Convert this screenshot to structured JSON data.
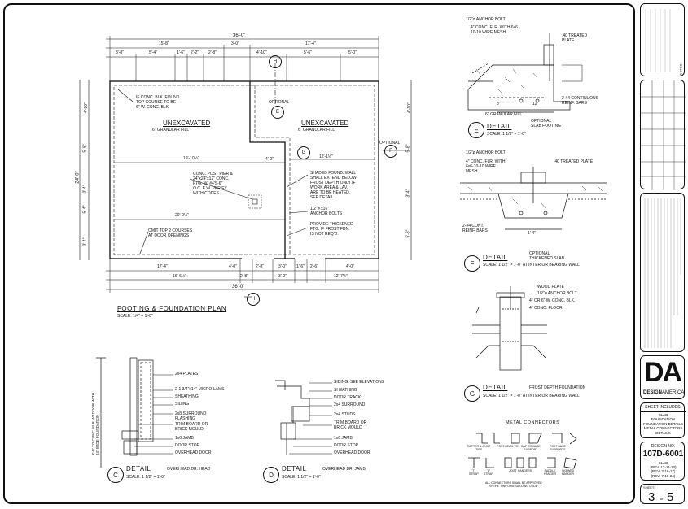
{
  "plan": {
    "title": "FOOTING & FOUNDATION PLAN",
    "scale": "SCALE: 1/4\" = 1'-0\"",
    "dims_top_overall": "36'-0\"",
    "dims_top_row1": [
      "15'-8\"",
      "3'-0\"",
      "17'-4\""
    ],
    "dims_top_row2": [
      "3'-8\"",
      "5'-4\"",
      "1'-6\"",
      "2'-2\"",
      "2'-8\"",
      "4'-10\"",
      "5'-6\"",
      "5'-0\""
    ],
    "dims_bottom_row1": [
      "17'-4\"",
      "4'-0\"",
      "2'-8\"",
      "3'-0\"",
      "1'-6\"",
      "2'-6\"",
      "4'-0\""
    ],
    "dims_bottom_row2": [
      "16'-6½\"",
      "2'-8\"",
      "3'-0\"",
      "12'-7½\""
    ],
    "dims_bottom_overall": "36'-0\"",
    "dims_left_overall": "24'-0\"",
    "dims_left": [
      "4'-10\"",
      "5'-8\"",
      "3'-4\"",
      "5'-4\"",
      "3'-4\""
    ],
    "dims_right": [
      "4'-10\"",
      "5'-8\"",
      "3'-4\"",
      "5'-8\""
    ],
    "note_blk": "IF CONC. BLK. FOUND.\nTOP COURSE TO BE\n6\" W. CONC. BLK.",
    "unexc_left": "UNEXCAVATED",
    "unexc_left_sub": "6\" GRANULAR FILL",
    "unexc_right": "UNEXCAVATED",
    "unexc_right_sub": "6\" GRANULAR FILL",
    "optional_top": "OPTIONAL",
    "optional_right": "OPTIONAL",
    "dim_19": "19'-10½\"",
    "dim_12": "12'-1½\"",
    "dim_20": "20'-0½\"",
    "dim_4": "4'-0\"",
    "pier_note": "CONC. POST PIER &\n24\"x24\"x12\" CONC.\nFTG. W/ #4'S-6\"\nO.C. E.W. VERIFY\nWITH CODES",
    "shaded_note": "SHADED FOUND. WALL\nSHALL EXTEND BELOW\nFROST DEPTH ONLY IF\nWORK AREA & LAV.\nARE TO BE HEATED.\nSEE DETAIL",
    "anchor_note": "1/2\"ø x16\"\nANCHOR BOLTS",
    "thick_note": "PROVIDE THICKENED\nFTG. IF FROST FDN.\nIS NOT REQ'D.",
    "omit_note": "OMIT TOP 2 COURSES\nAT DOOR OPENINGS",
    "bubbles": [
      "E",
      "G",
      "F",
      "H"
    ]
  },
  "detail_e": {
    "letter": "E",
    "label": "DETAIL",
    "sub": "OPTIONAL\nSLAB FOOTING",
    "scale": "SCALE: 1 1/2\" = 1'-0\"",
    "notes": [
      "1/2\"ø ANCHOR BOLT",
      "4\" CONC. FLR. WITH 6x6\n10-10 WIRE MESH",
      ".40 TREATED\nPLATE",
      "2-#4 CONTINUOUS\nREINF. BARS",
      "6\" GRANULAR FILL"
    ],
    "dims": [
      "8\"",
      "12\""
    ]
  },
  "detail_f": {
    "letter": "F",
    "label": "DETAIL",
    "sub": "OPTIONAL\nTHICKENED SLAB",
    "scale": "SCALE: 1 1/2\" = 1'-0\" AT INTERIOR BEARING WALL",
    "notes": [
      "1/2\"ø ANCHOR BOLT",
      "4\" CONC. FLR. WITH\n6x6-10-10 WIRE\nMESH",
      ".40 TREATED PLATE",
      "2-#4 CONT.\nREINF. BARS"
    ],
    "dims": [
      "1'-4\""
    ]
  },
  "detail_g": {
    "letter": "G",
    "label": "DETAIL",
    "sub": "FROST DEPTH FOUNDATION",
    "scale": "SCALE: 1 1/2\" = 1'-0\" AT INTERIOR BEARING WALL",
    "notes": [
      "WOOD PLATE",
      "1/2\"ø ANCHOR BOLT",
      "4\" OR 6\" W. CONC. BLK.",
      "4\" CONC. FLOOR"
    ]
  },
  "detail_c": {
    "letter": "C",
    "label": "DETAIL",
    "sub": "OVERHEAD DR. HEAD",
    "scale": "SCALE: 1 1/2\" = 1'-0\"",
    "side": "8'-0\" TO CONC. FLR. AT DOOR WITH\n24\" WIDE FOUNDATION",
    "notes": [
      "2x4 PLATES",
      "2-1 3/4\"x14\" MICRO-LAMS",
      "SHEATHING",
      "SIDING",
      "2x8 SURROUND\nFLASHING",
      "TRIM BOARD OR\nBRICK MOULD",
      "1x6 JAMB",
      "DOOR STOP",
      "OVERHEAD DOOR"
    ]
  },
  "detail_d": {
    "letter": "D",
    "label": "DETAIL",
    "sub": "OVERHEAD DR. JAMB",
    "scale": "SCALE: 1 1/2\" = 1'-0\"",
    "notes": [
      "SIDING. SEE ELEVATIONS",
      "SHEATHING",
      "DOOR TRACK",
      "2x4 SURROUND",
      "2x4 STUDS",
      "TRIM BOARD OR\nBRICK MOULD",
      "1x6 JAMB",
      "DOOR STOP",
      "OVERHEAD DOOR"
    ]
  },
  "connectors": {
    "title": "METAL CONNECTORS",
    "row1": [
      "RAFTER & JOIST\nTIES",
      "POST-BEAM TIE",
      "CAP OR BASE\nSUPPORT",
      "POST BASE\nSUPPORTS"
    ],
    "row2": [
      "\"T\"\nSTRAP",
      "\"L\"\nSTRAP",
      "JOIST HANGERS",
      "SADDLE\nHANGER",
      "SKEWED\nHANGER"
    ],
    "footnote": "ALL CONNECTORS SHALL BE APPROVED\nBY THE \"UNIFORM BUILDING CODE\""
  },
  "title_block": {
    "notes_label": "NOTES:",
    "logo": "DA",
    "brand_a": "DESIGN",
    "brand_b": "AMERICA",
    "sheet_includes_label": "SHEET INCLUDES:",
    "sheet_includes": "SLAB\nFOUNDATION\nFOUNDATION DETAILS\nMETAL CONNECTORS\nDETAILS",
    "design_no_label": "DESIGN NO.",
    "design_no": "107D-6001",
    "revisions": "SLAB\n(REV. 12-11-13)\n(REV. 3-16-17)\n(REV. 7-18-24)",
    "sheet_label": "SHEET:",
    "sheet_no": "3",
    "sheet_of": "of",
    "sheet_total": "5"
  }
}
